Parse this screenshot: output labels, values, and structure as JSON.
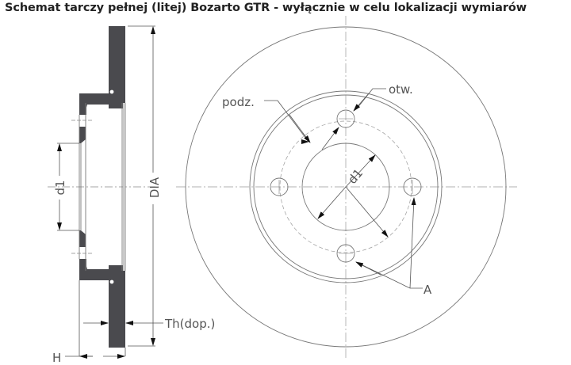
{
  "title": "Schemat tarczy pełnej (litej) Bozarto GTR - wyłącznie w celu lokalizacji wymiarów",
  "colors": {
    "line": "#6e6e6e",
    "section_fill": "#4a4a4e",
    "text": "#555555",
    "title": "#222222"
  },
  "side_view": {
    "labels": {
      "d1": "d1",
      "dia": "DIA",
      "thickness": "Th(dop.)",
      "height": "H"
    }
  },
  "front_view": {
    "labels": {
      "pcd": "podz.",
      "bolt_hole": "otw.",
      "d1": "d1",
      "a": "A"
    },
    "bolt_hole_count": 4
  }
}
